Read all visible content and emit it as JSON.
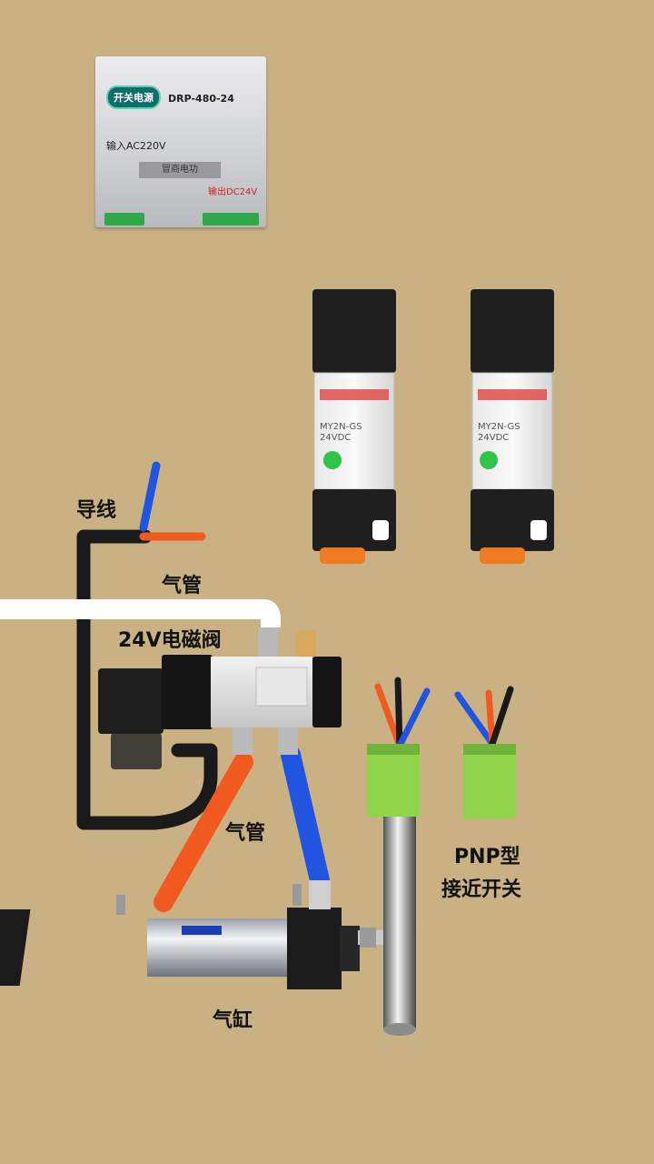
{
  "labels": {
    "wire": "导线",
    "air_tube_top": "气管",
    "solenoid_valve": "24V电磁阀",
    "air_tube_bottom": "气管",
    "pnp_line1": "PNP型",
    "pnp_line2": "接近开关",
    "cylinder": "气缸"
  },
  "power_supply": {
    "brand": "开关电源",
    "model": "DRP-480-24",
    "input": "输入AC220V",
    "caption": "冒商电功",
    "output": "输出DC24V"
  },
  "relays": {
    "model_line1": "MY2N-GS",
    "model_line2": "24VDC"
  },
  "colors": {
    "background": "#c9b184",
    "wire_black": "#1a1a1a",
    "wire_blue": "#1f55e0",
    "wire_orange": "#f05a1e",
    "air_tube_white": "#ffffff",
    "sensor_green": "#8fd44a",
    "relay_base": "#1f1f1f",
    "relay_socket_orange": "#f07a20",
    "psu_terminal_green": "#2fa84a"
  }
}
